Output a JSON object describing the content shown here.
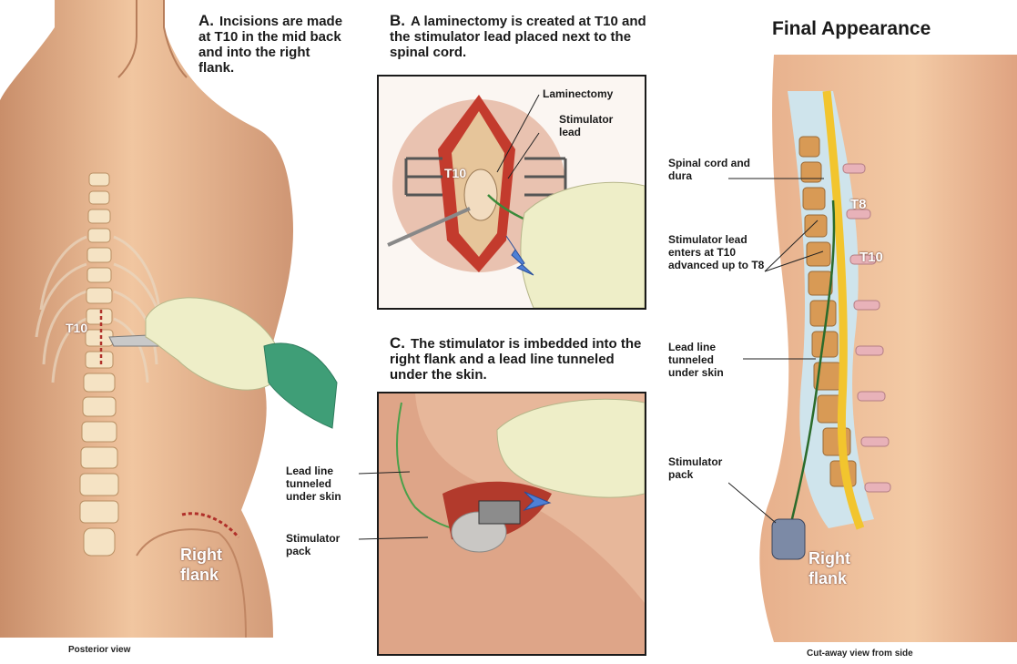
{
  "panel_a": {
    "letter": "A.",
    "text": "Incisions are made at T10 in the mid back and into the right flank.",
    "vertebra_label": "T10",
    "flank_label": "Right flank",
    "caption": "Posterior view"
  },
  "panel_b": {
    "letter": "B.",
    "text": "A laminectomy is created at T10 and the stimulator lead placed next to the spinal cord.",
    "vertebra_label": "T10",
    "callouts": [
      "Laminectomy",
      "Stimulator lead"
    ]
  },
  "panel_c": {
    "letter": "C.",
    "text": "The stimulator is imbedded into the right flank and a lead line tunneled under the skin.",
    "callouts": [
      "Lead line tunneled under skin",
      "Stimulator pack"
    ]
  },
  "final": {
    "title": "Final Appearance",
    "callouts": [
      "Spinal cord and dura",
      "Stimulator lead enters at T10 advanced up to T8",
      "Lead line tunneled under skin",
      "Stimulator pack"
    ],
    "vertebra_labels": [
      "T8",
      "T10"
    ],
    "flank_label": "Right flank",
    "caption": "Cut-away view from side"
  }
}
